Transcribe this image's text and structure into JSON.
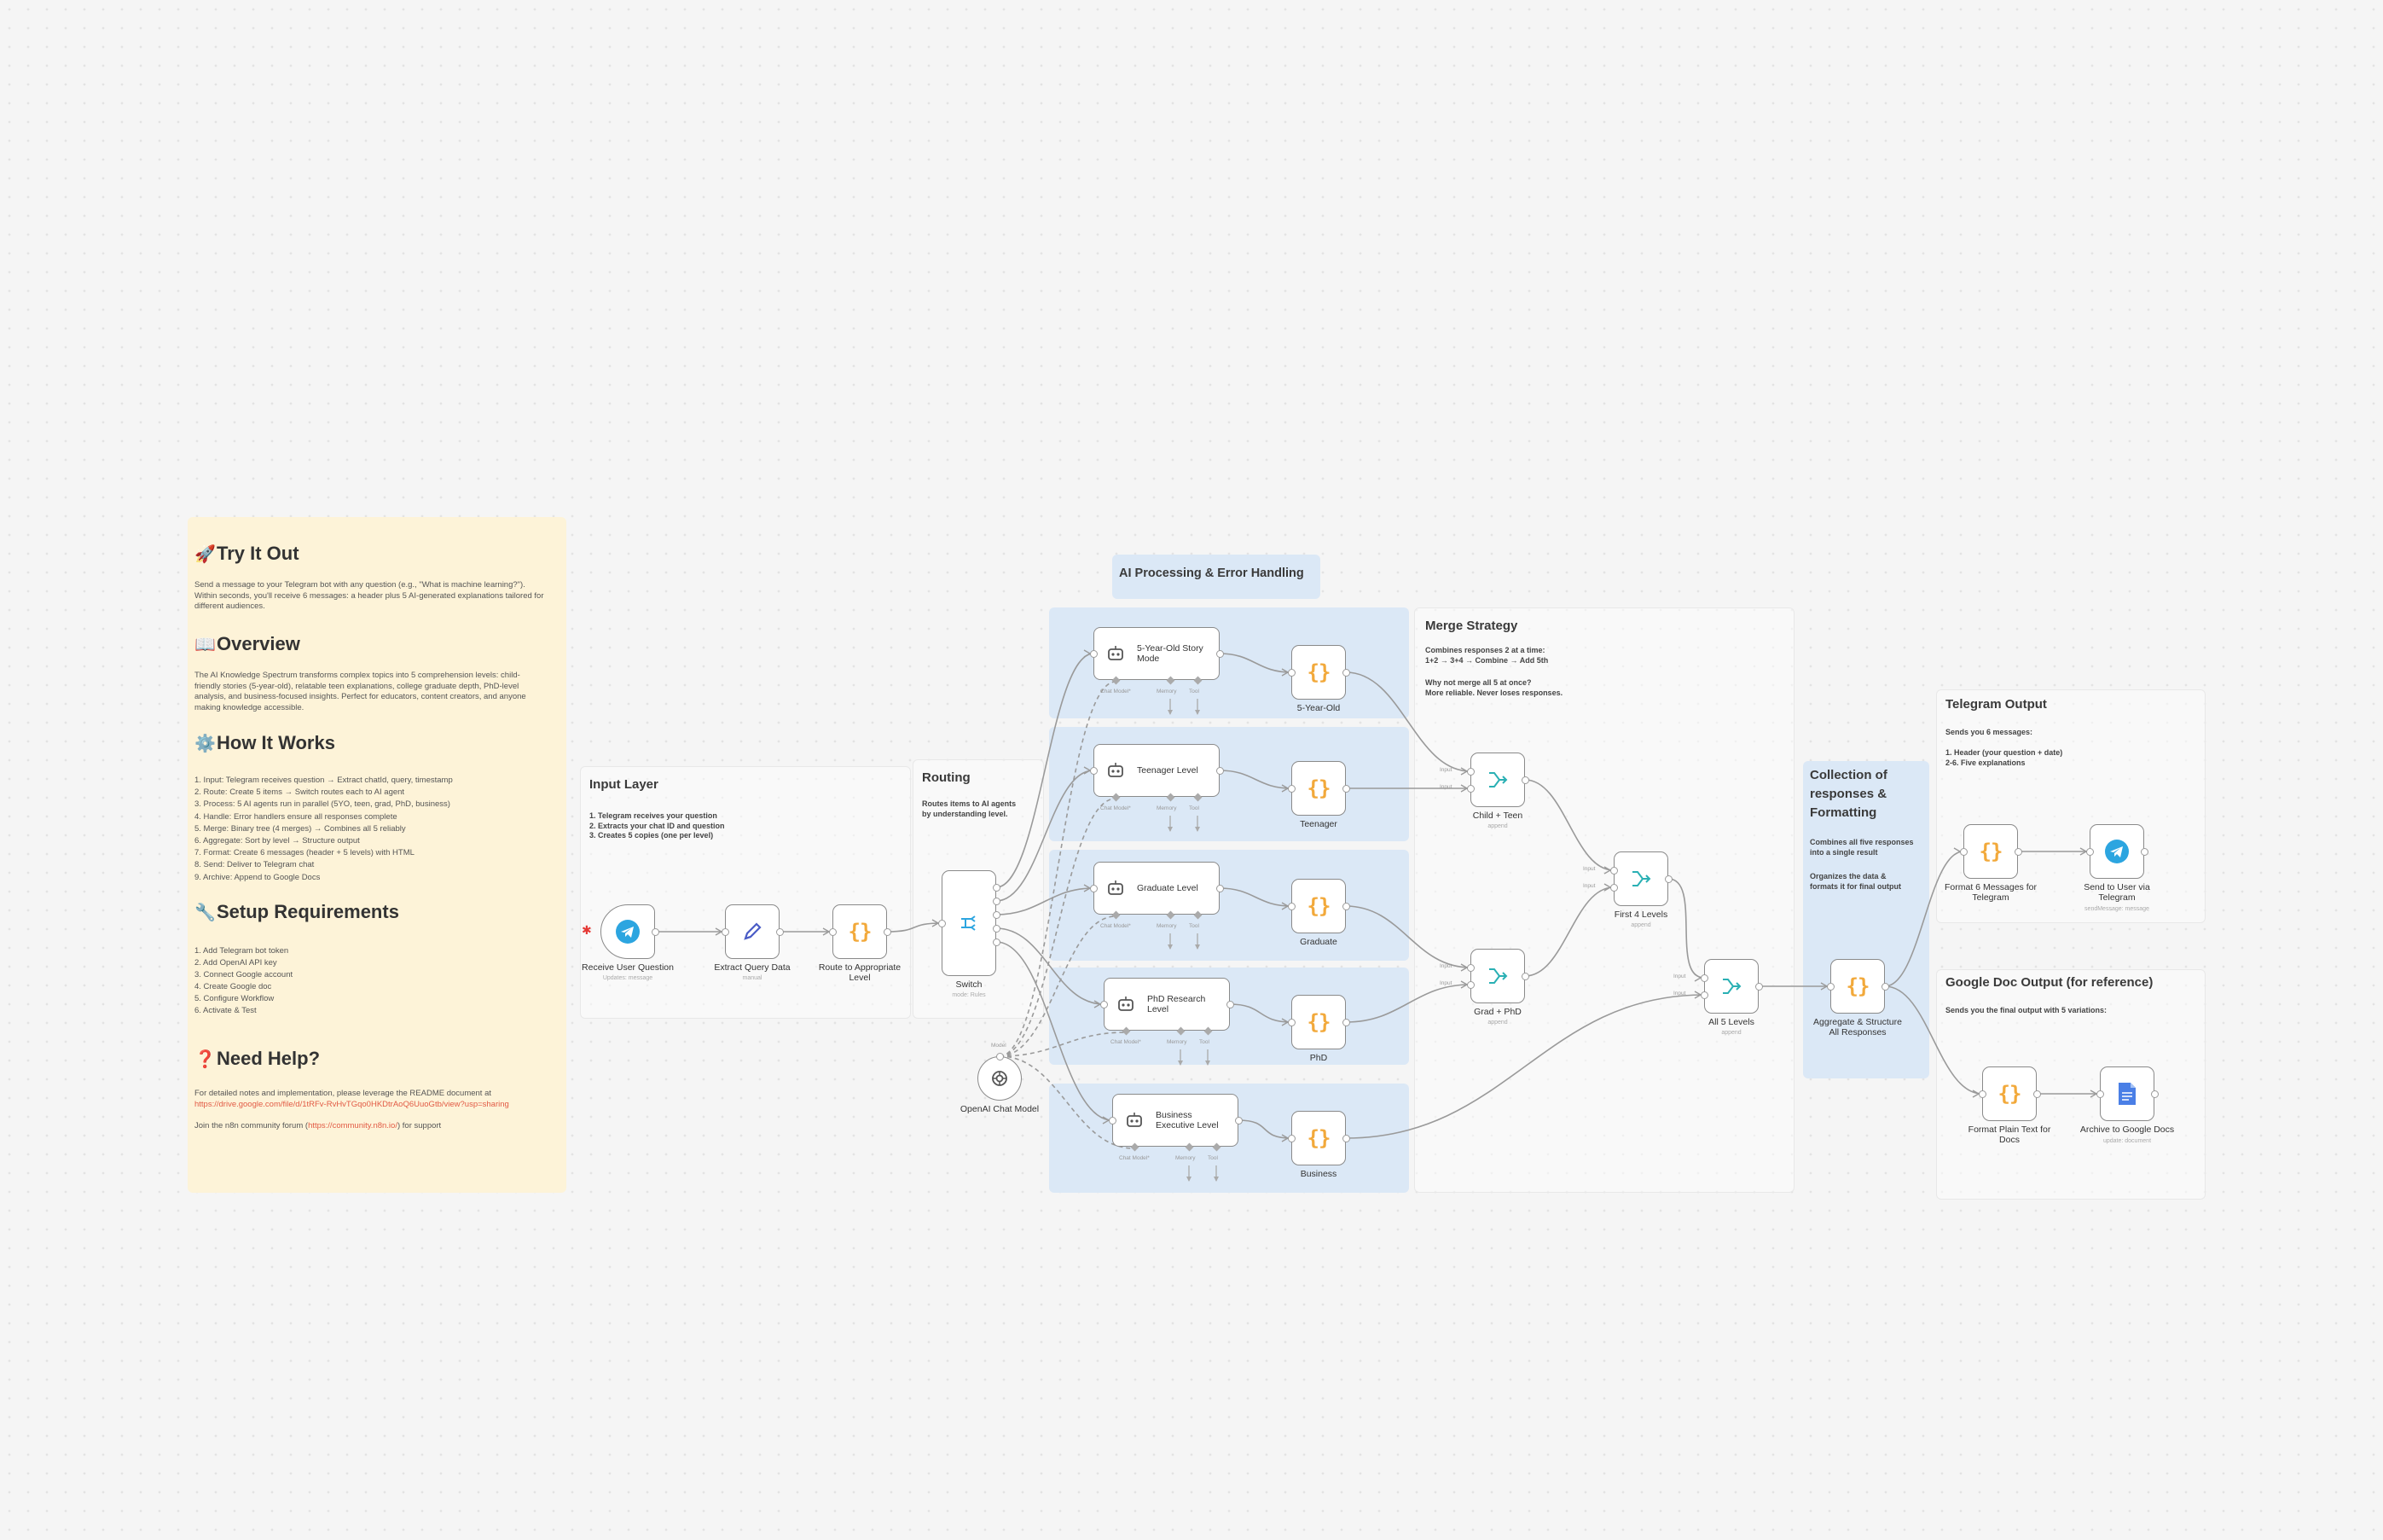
{
  "colors": {
    "canvas": "#f5f5f5",
    "yellow_note": "#fdf3d8",
    "blue_group": "#dbe8f6",
    "code_node": "#f2a93b",
    "telegram": "#2ca5e0",
    "merge": "#2ab0b4",
    "link": "#e25b45"
  },
  "intro": {
    "try": {
      "emoji": "🚀",
      "title": "Try It Out",
      "text": "Send a message to your Telegram bot with any question (e.g., \"What is machine learning?\").\nWithin seconds, you'll receive 6 messages: a header plus 5 AI-generated explanations tailored for\ndifferent audiences."
    },
    "overview": {
      "emoji": "📖",
      "title": "Overview",
      "text": "The AI Knowledge Spectrum transforms complex topics into 5 comprehension levels: child-\nfriendly stories (5-year-old), relatable teen explanations, college graduate depth, PhD-level\nanalysis, and business-focused insights. Perfect for educators, content creators, and anyone\nmaking knowledge accessible."
    },
    "how": {
      "emoji": "⚙️",
      "title": "How It Works",
      "text": "1. Input: Telegram receives question → Extract chatId, query, timestamp\n2. Route: Create 5 items → Switch routes each to AI agent\n3. Process: 5 AI agents run in parallel (5YO, teen, grad, PhD, business)\n4. Handle: Error handlers ensure all responses complete\n5. Merge: Binary tree (4 merges) → Combines all 5 reliably\n6. Aggregate: Sort by level → Structure output\n7. Format: Create 6 messages (header + 5 levels) with HTML\n8. Send: Deliver to Telegram chat\n9. Archive: Append to Google Docs"
    },
    "setup": {
      "emoji": "🔧",
      "title": "Setup Requirements",
      "text": "1. Add Telegram bot token\n2. Add OpenAI API key\n3. Connect Google account\n4. Create Google doc\n5. Configure Workflow\n6. Activate & Test"
    },
    "help": {
      "emoji": "❓",
      "title": "Need Help?",
      "text1": "For detailed notes and implementation, please leverage the README document at",
      "url": "https://drive.google.com/file/d/1tRFv-RvHvTGqo0HKDtrAoQ6UuoGtb/view?usp=sharing",
      "text2_pre": "Join the n8n community forum (",
      "forum": "https://community.n8n.io/",
      "text2_post": ") for support"
    }
  },
  "groups": {
    "input": {
      "title": "Input Layer",
      "body": "1. Telegram receives your question\n2. Extracts your chat ID and question\n3. Creates 5 copies (one per level)"
    },
    "routing": {
      "title": "Routing",
      "body": "Routes items to AI agents\nby understanding level."
    },
    "ai": {
      "title": "AI Processing & Error Handling"
    },
    "merge": {
      "title": "Merge Strategy",
      "body1": "Combines responses 2 at a time:\n1+2 → 3+4 → Combine → Add 5th",
      "body2": "Why not merge all 5 at once?\nMore reliable. Never loses responses."
    },
    "collection": {
      "title": "Collection of\nresponses &\nFormatting",
      "body1": "Combines all five responses\ninto a single result",
      "body2": "Organizes the data &\nformats it for final output"
    },
    "telegram_out": {
      "title": "Telegram Output",
      "body1": "Sends you 6 messages:",
      "body2": "1. Header (your question + date)\n2-6. Five explanations"
    },
    "gdoc_out": {
      "title": "Google Doc Output (for reference)",
      "body": "Sends you the final output with 5 variations:"
    }
  },
  "nodes": {
    "receive": {
      "label": "Receive User Question",
      "sub": "Updates: message"
    },
    "extract": {
      "label": "Extract Query Data",
      "sub": "manual"
    },
    "route": {
      "label": "Route to Appropriate\nLevel"
    },
    "switch": {
      "label": "Switch",
      "sub": "mode: Rules"
    },
    "openai": {
      "label": "OpenAI Chat Model",
      "input": "Model"
    },
    "code_5yo": {
      "label": "5-Year-Old"
    },
    "code_teen": {
      "label": "Teenager"
    },
    "code_grad": {
      "label": "Graduate"
    },
    "code_phd": {
      "label": "PhD"
    },
    "code_biz": {
      "label": "Business"
    },
    "merge_ct": {
      "label": "Child + Teen",
      "sub": "append"
    },
    "merge_gp": {
      "label": "Grad + PhD",
      "sub": "append"
    },
    "merge_f4": {
      "label": "First 4 Levels",
      "sub": "append"
    },
    "merge_a5": {
      "label": "All 5 Levels",
      "sub": "append"
    },
    "aggregate": {
      "label": "Aggregate & Structure\nAll Responses"
    },
    "fmt_tg": {
      "label": "Format 6 Messages for\nTelegram"
    },
    "send_tg": {
      "label": "Send to User via\nTelegram",
      "sub": "sendMessage: message"
    },
    "fmt_doc": {
      "label": "Format Plain Text for\nDocs"
    },
    "archive": {
      "label": "Archive to Google Docs",
      "sub": "update: document"
    },
    "input_label": "Input"
  },
  "agents": [
    {
      "label": "5-Year-Old Story\nMode"
    },
    {
      "label": "Teenager Level"
    },
    {
      "label": "Graduate Level"
    },
    {
      "label": "PhD Research\nLevel"
    },
    {
      "label": "Business\nExecutive Level"
    }
  ],
  "agent_slots": {
    "chat": "Chat Model*",
    "memory": "Memory",
    "tool": "Tool"
  }
}
